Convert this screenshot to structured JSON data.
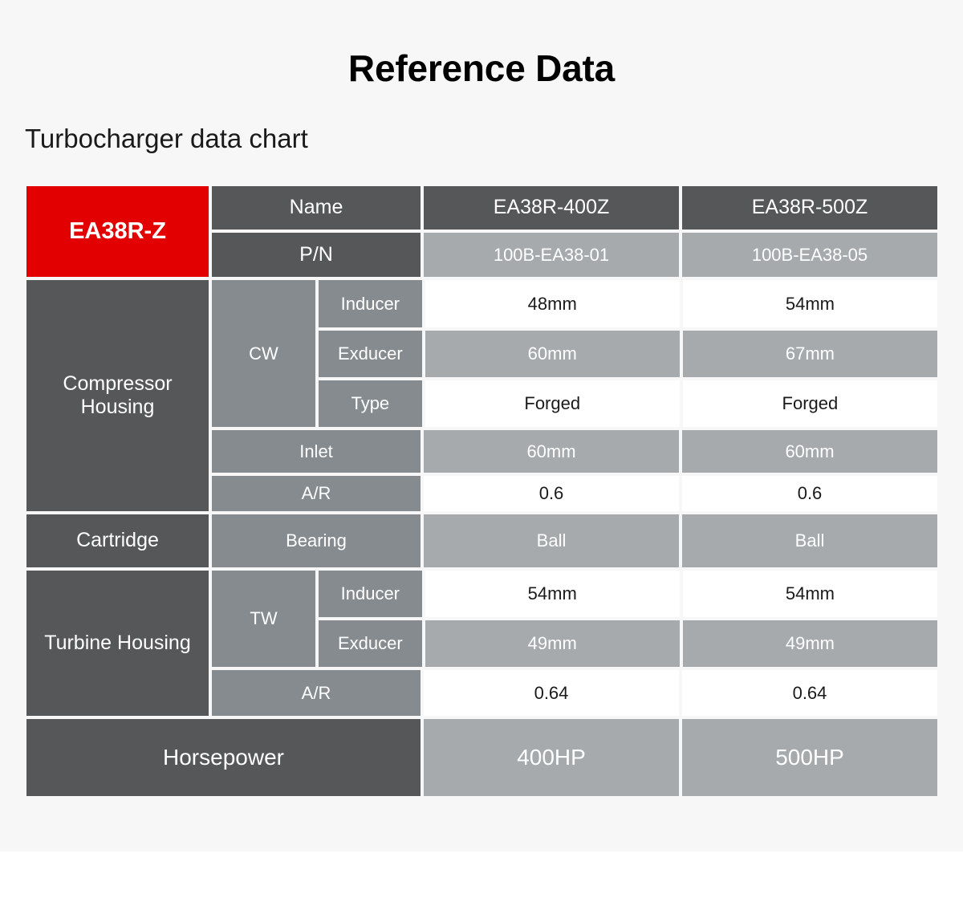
{
  "header": {
    "title": "Reference Data",
    "subtitle": "Turbocharger data chart"
  },
  "colors": {
    "brand_red": "#e30000",
    "dark_gray": "#555759",
    "mid_gray": "#868b8f",
    "value_gray": "#a6aaad",
    "page_bg": "#f7f7f7"
  },
  "table": {
    "brand_label": "EA38R-Z",
    "head": {
      "name_label": "Name",
      "pn_label": "P/N",
      "models": [
        "EA38R-400Z",
        "EA38R-500Z"
      ],
      "part_numbers": [
        "100B-EA38-01",
        "100B-EA38-05"
      ]
    },
    "sections": [
      {
        "label": "Compressor Housing",
        "group": "CW",
        "rows": [
          {
            "sub": "Inducer",
            "values": [
              "48mm",
              "54mm"
            ]
          },
          {
            "sub": "Exducer",
            "values": [
              "60mm",
              "67mm"
            ]
          },
          {
            "sub": "Type",
            "values": [
              "Forged",
              "Forged"
            ]
          }
        ],
        "plain_rows": [
          {
            "sub": "Inlet",
            "values": [
              "60mm",
              "60mm"
            ]
          },
          {
            "sub": "A/R",
            "values": [
              "0.6",
              "0.6"
            ]
          }
        ]
      },
      {
        "label": "Cartridge",
        "group": "",
        "rows": [],
        "plain_rows": [
          {
            "sub": "Bearing",
            "values": [
              "Ball",
              "Ball"
            ]
          }
        ]
      },
      {
        "label": "Turbine Housing",
        "group": "TW",
        "rows": [
          {
            "sub": "Inducer",
            "values": [
              "54mm",
              "54mm"
            ]
          },
          {
            "sub": "Exducer",
            "values": [
              "49mm",
              "49mm"
            ]
          }
        ],
        "plain_rows": [
          {
            "sub": "A/R",
            "values": [
              "0.64",
              "0.64"
            ]
          }
        ]
      }
    ],
    "footer": {
      "label": "Horsepower",
      "values": [
        "400HP",
        "500HP"
      ]
    }
  }
}
